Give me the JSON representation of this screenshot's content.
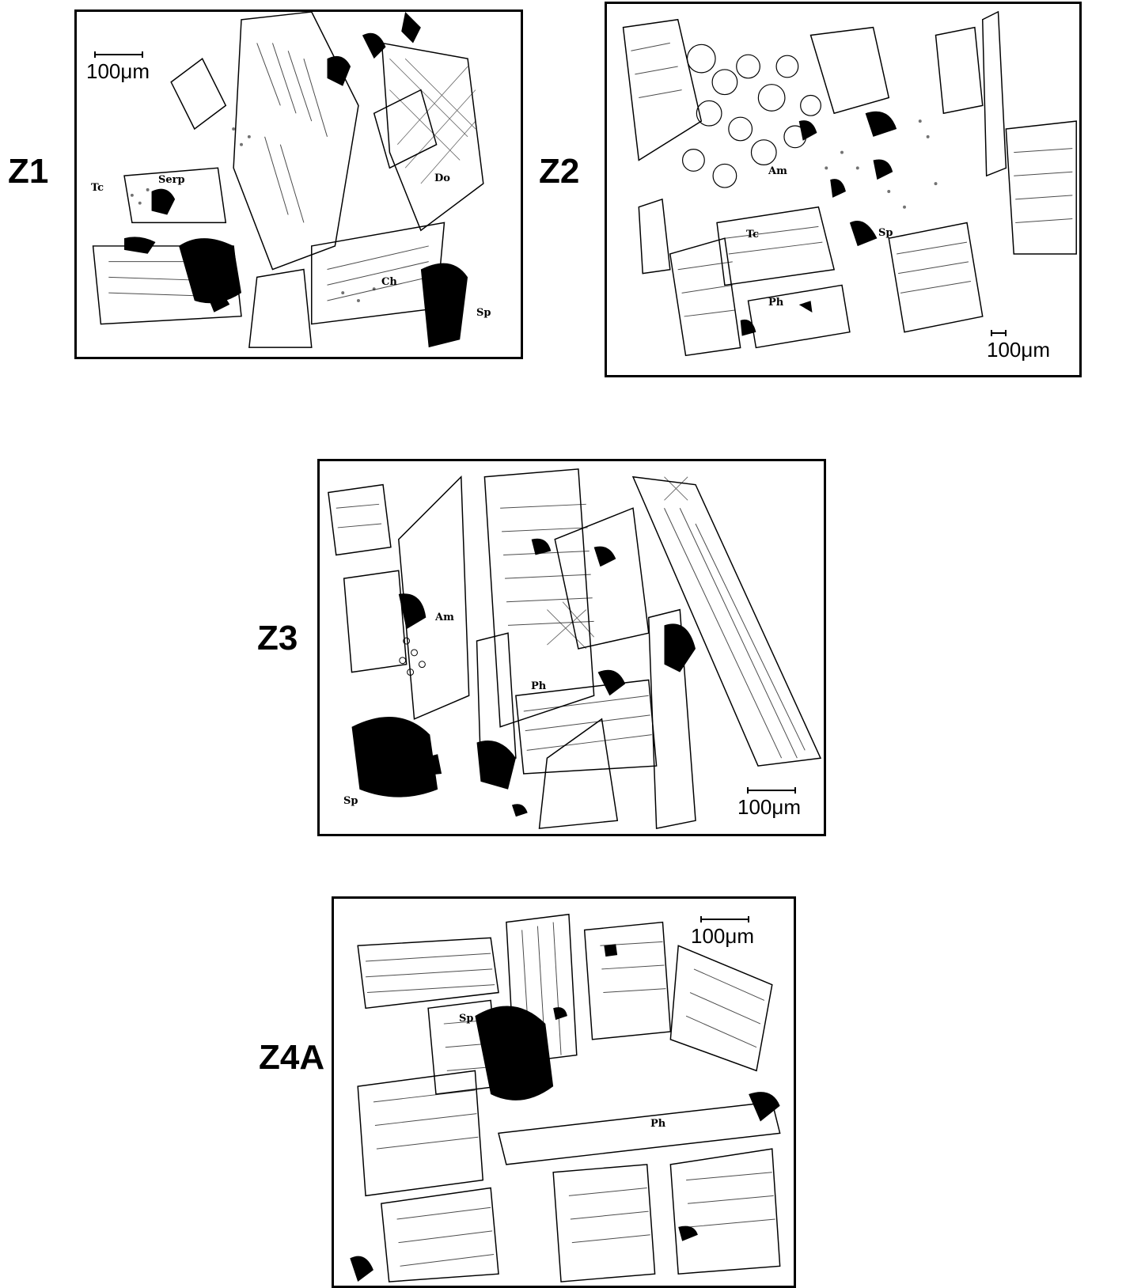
{
  "panels": [
    {
      "id": "Z1",
      "label": "Z1",
      "scale": "100μm",
      "minerals": [
        "Tc",
        "Serp",
        "Do",
        "Ch",
        "Sp"
      ]
    },
    {
      "id": "Z2",
      "label": "Z2",
      "scale": "100μm",
      "minerals": [
        "Am",
        "Tc",
        "Sp",
        "Ph"
      ]
    },
    {
      "id": "Z3",
      "label": "Z3",
      "scale": "100μm",
      "minerals": [
        "Am",
        "Ph",
        "Sp"
      ]
    },
    {
      "id": "Z4A",
      "label": "Z4A",
      "scale": "100μm",
      "minerals": [
        "Sp",
        "Ph"
      ]
    }
  ],
  "colors": {
    "ink": "#000000",
    "paper": "#ffffff"
  }
}
